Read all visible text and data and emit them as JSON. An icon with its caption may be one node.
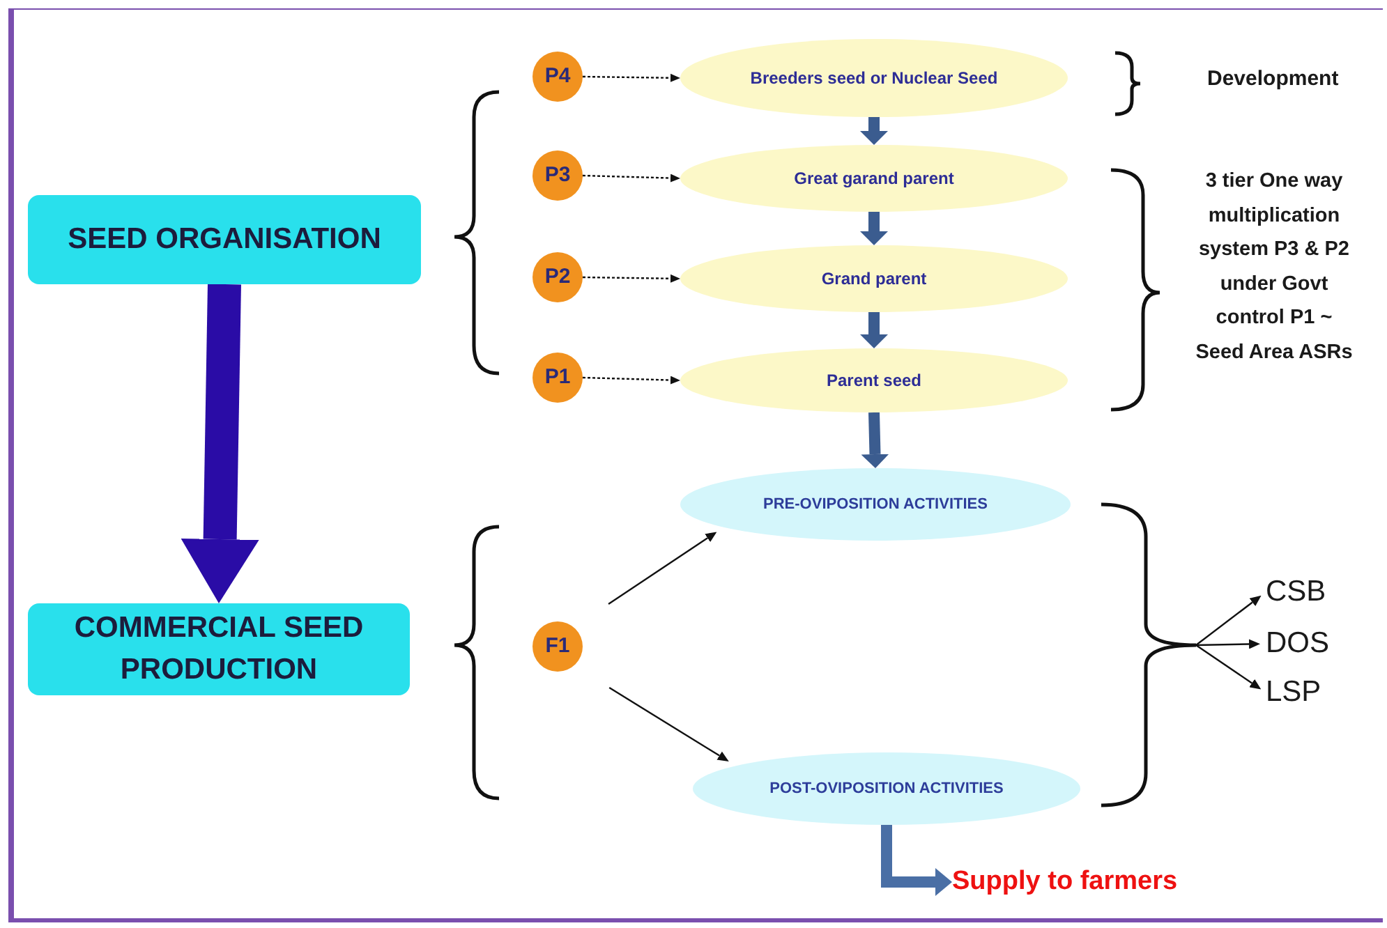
{
  "diagram": {
    "nodes": [
      {
        "text": [
          "SEED ORGANISATION"
        ]
      },
      {
        "text": [
          "COMMERCIAL SEED PRODUCTION"
        ]
      },
      {
        "text": [
          "P4"
        ]
      },
      {
        "text": [
          "P3"
        ]
      },
      {
        "text": [
          "P2"
        ]
      },
      {
        "text": [
          "P1"
        ]
      },
      {
        "text": [
          "Breeders seed or Nuclear Seed"
        ]
      },
      {
        "text": [
          "Great garand parent"
        ]
      },
      {
        "text": [
          "Grand parent"
        ]
      },
      {
        "text": [
          "Parent seed"
        ]
      },
      {
        "text": [
          "PRE-OVIPOSITION ACTIVITIES"
        ]
      },
      {
        "text": [
          "POST-OVIPOSITION ACTIVITIES"
        ]
      },
      {
        "text": [
          "F1"
        ]
      },
      {
        "text": [
          "CSB"
        ]
      },
      {
        "text": [
          "DOS"
        ]
      },
      {
        "text": [
          "LSP"
        ]
      },
      {
        "text": [
          "Supply to farmers"
        ]
      },
      {
        "text": [],
        "shape": "brace"
      }
    ],
    "edges": [
      {
        "from": 0,
        "to": 1,
        "arrow": "to",
        "style": "thick",
        "color": "#2a0ca6"
      },
      {
        "from": 2,
        "to": 6,
        "arrow": "to",
        "style": "dashed"
      },
      {
        "from": 3,
        "to": 7,
        "arrow": "to",
        "style": "dashed"
      },
      {
        "from": 4,
        "to": 8,
        "arrow": "to",
        "style": "dashed"
      },
      {
        "from": 5,
        "to": 9,
        "arrow": "to",
        "style": "dashed"
      },
      {
        "from": 6,
        "to": 7,
        "arrow": "to",
        "style": "thick",
        "color": "#3b5c8f"
      },
      {
        "from": 7,
        "to": 8,
        "arrow": "to",
        "style": "thick",
        "color": "#3b5c8f"
      },
      {
        "from": 8,
        "to": 9,
        "arrow": "to",
        "style": "thick",
        "color": "#3b5c8f"
      },
      {
        "from": 9,
        "to": 10,
        "arrow": "to",
        "style": "thick",
        "color": "#3b5c8f"
      },
      {
        "from": 12,
        "to": 10,
        "arrow": "to"
      },
      {
        "from": 12,
        "to": 11,
        "arrow": "to"
      },
      {
        "from": 17,
        "to": 13,
        "arrow": "to"
      },
      {
        "from": 17,
        "to": 14,
        "arrow": "to"
      },
      {
        "from": 17,
        "to": 15,
        "arrow": "to"
      },
      {
        "from": 11,
        "to": 16,
        "arrow": "to",
        "style": "thick",
        "color": "#4a6fa5"
      }
    ],
    "labels": [
      "Development",
      "3 tier One way multiplication system P3 & P2 under Govt control P1 ~ Seed Area ASRs"
    ]
  }
}
